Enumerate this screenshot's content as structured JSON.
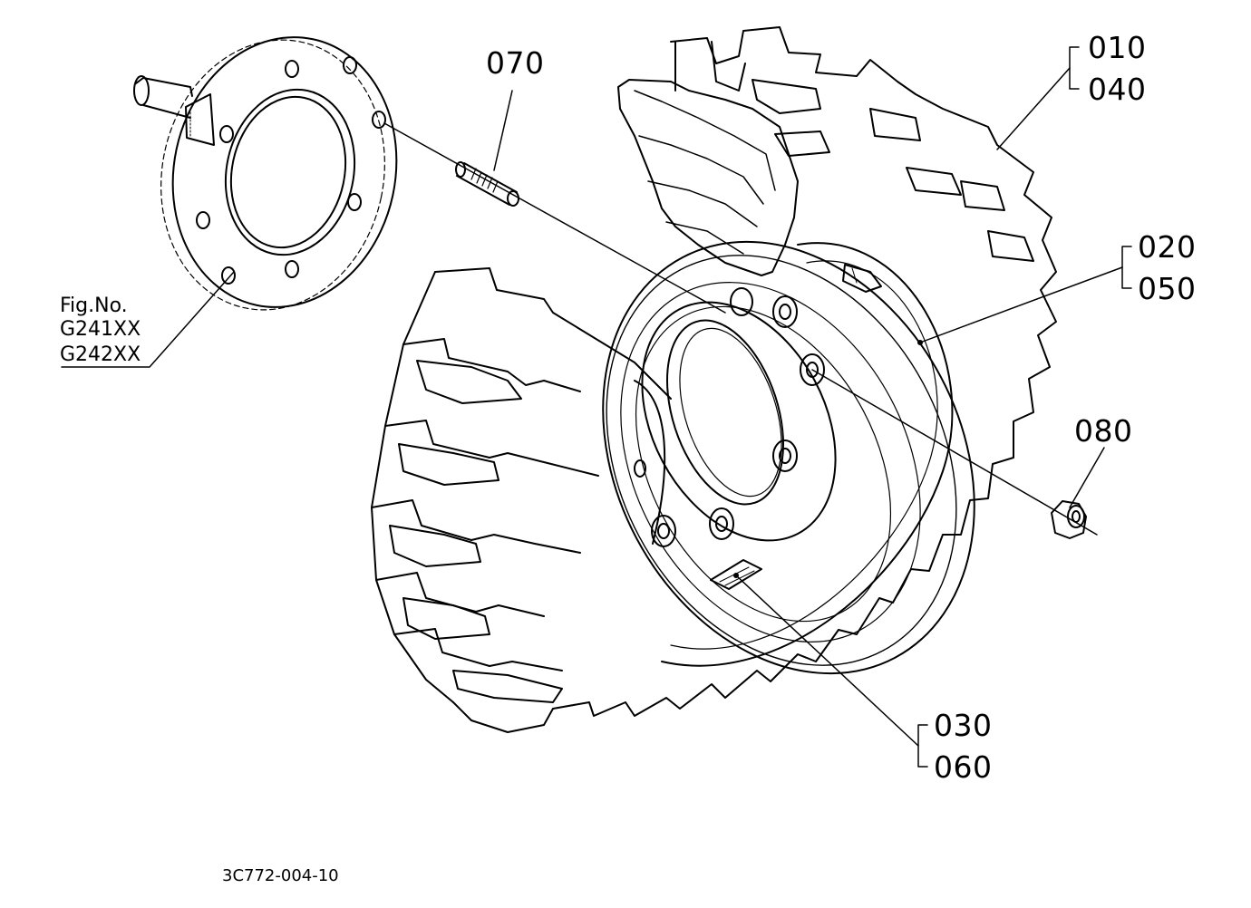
{
  "callouts": {
    "c010": "010",
    "c040": "040",
    "c020": "020",
    "c050": "050",
    "c030": "030",
    "c060": "060",
    "c070": "070",
    "c080": "080"
  },
  "figure_ref": {
    "line1": "Fig.No.",
    "line2": "G241XX",
    "line3": "G242XX"
  },
  "drawing_code": "3C772-004-10"
}
